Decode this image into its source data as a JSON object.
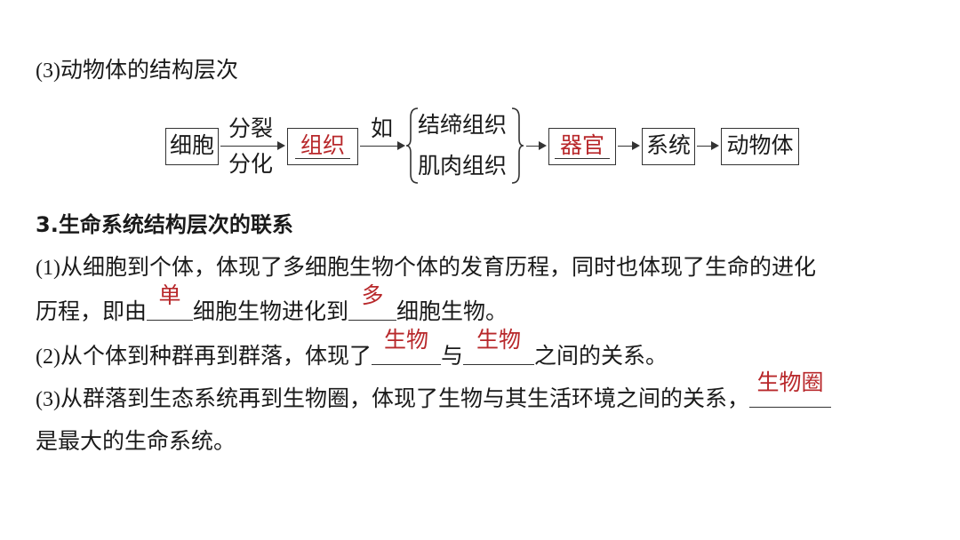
{
  "section3_title": "(3)动物体的结构层次",
  "diagram": {
    "cell": "细胞",
    "arrow1_top": "分裂",
    "arrow1_bottom": "分化",
    "tissue": "组织",
    "arrow2_label": "如",
    "tissue_types": [
      "结缔组织",
      "肌肉组织"
    ],
    "organ": "器官",
    "system": "系统",
    "animal": "动物体"
  },
  "heading3": "3.生命系统结构层次的联系",
  "p1": {
    "num": "(1)",
    "line1": "从细胞到个体，体现了多细胞生物个体的发育历程，同时也体现了生命的进化",
    "line2_a": "历程，即由",
    "ans1": "单",
    "line2_b": "细胞生物进化到",
    "ans2": "多",
    "line2_c": "细胞生物。"
  },
  "p2": {
    "num": "(2)",
    "text_a": "从个体到种群再到群落，体现了",
    "ans1": "生物",
    "text_b": "与",
    "ans2": "生物",
    "text_c": "之间的关系。"
  },
  "p3": {
    "num": "(3)",
    "text_a": "从群落到生态系统再到生物圈，体现了生物与其生活环境之间的关系，",
    "ans1": "生物圈",
    "line2": "是最大的生命系统。"
  }
}
